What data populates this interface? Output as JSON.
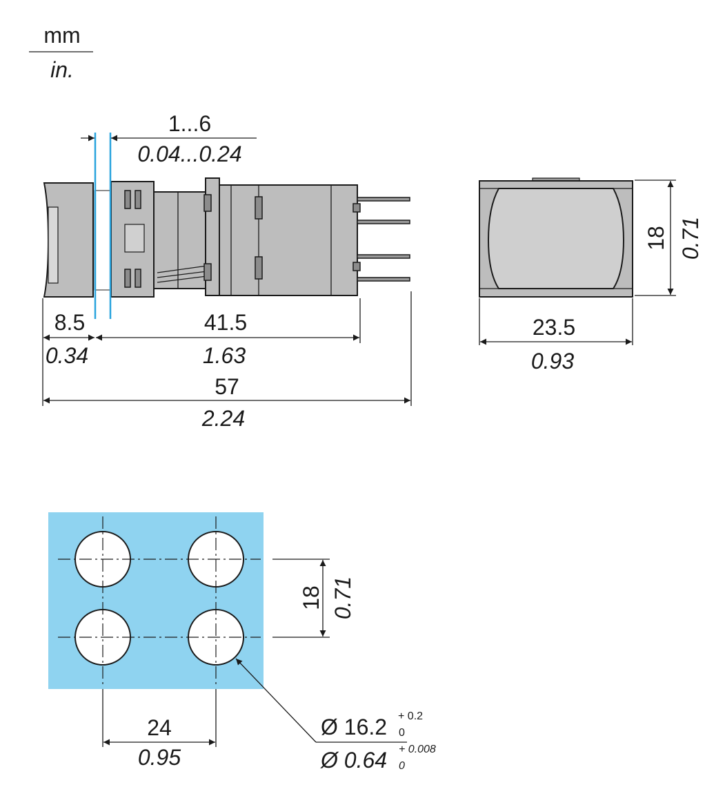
{
  "units": {
    "primary": "mm",
    "secondary": "in."
  },
  "side_view": {
    "panel_thickness_mm": "1...6",
    "panel_thickness_in": "0.04...0.24",
    "front_depth_mm": "8.5",
    "front_depth_in": "0.34",
    "rear_depth_mm": "41.5",
    "rear_depth_in": "1.63",
    "total_depth_mm": "57",
    "total_depth_in": "2.24"
  },
  "front_view": {
    "width_mm": "23.5",
    "width_in": "0.93",
    "height_mm": "18",
    "height_in": "0.71"
  },
  "cutout": {
    "pitch_v_mm": "18",
    "pitch_v_in": "0.71",
    "pitch_h_mm": "24",
    "pitch_h_in": "0.95",
    "hole_mm": "Ø 16.2",
    "hole_mm_tol_upper": "+ 0.2",
    "hole_mm_tol_lower": "0",
    "hole_in": "Ø 0.64",
    "hole_in_tol_upper": "+ 0.008",
    "hole_in_tol_lower": "0",
    "panel_color": "#8fd3f0"
  }
}
